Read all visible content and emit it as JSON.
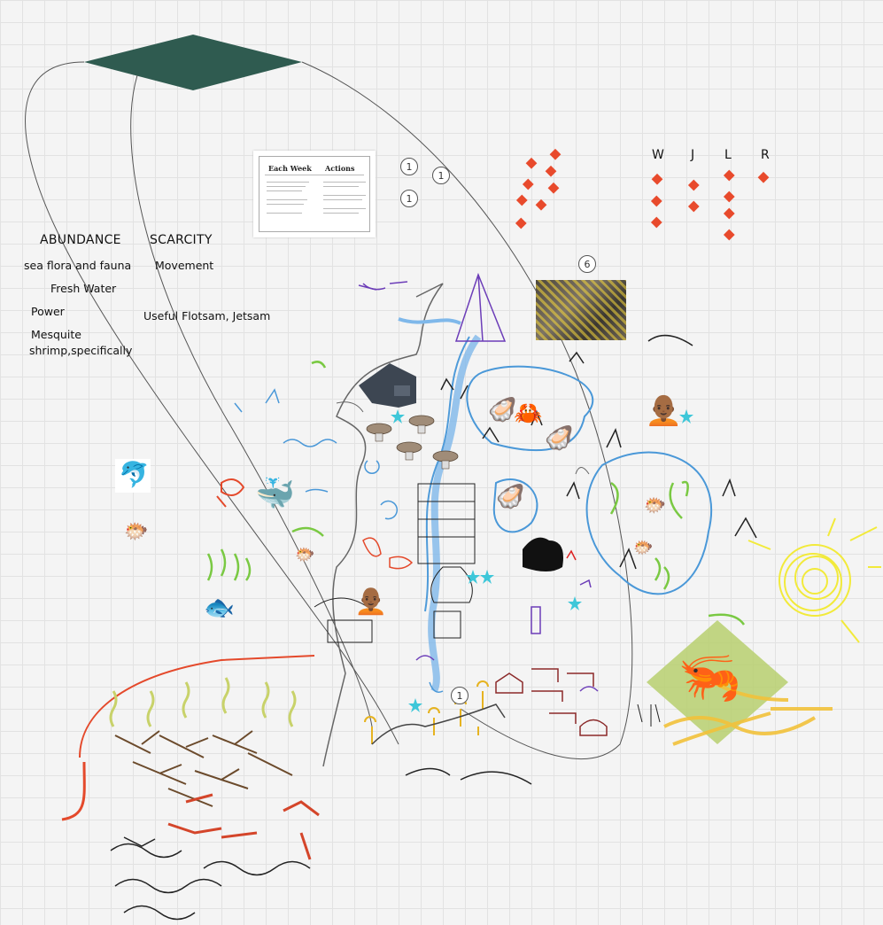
{
  "canvas": {
    "background": "#f4f4f4",
    "grid_color": "#e2e2e2"
  },
  "headers": {
    "abundance": "ABUNDANCE",
    "scarcity": "SCARCITY"
  },
  "abundance_items": [
    "sea flora and fauna",
    "Fresh Water",
    "Power",
    "Mesquite",
    "shrimp,specifically"
  ],
  "scarcity_items": [
    "Movement",
    "Useful Flotsam, Jetsam"
  ],
  "players": [
    "W",
    "J",
    "L",
    "R"
  ],
  "counters": [
    "1",
    "1",
    "1",
    "6",
    "1"
  ],
  "rules_card": {
    "col1": "Each Week",
    "col2": "Actions"
  },
  "icons": {
    "dolphin": "🐬",
    "fish": "🐡",
    "blowfish_left": "🐡",
    "tropical_fish": "🐟",
    "whale": "🐳",
    "oyster": "🦪",
    "crab": "🦀",
    "shrimp": "🦐",
    "person": "🧑🏾‍🦲",
    "cowboy": "🤠",
    "lighthouse": "🏮",
    "ghost": "👻"
  },
  "colors": {
    "diamond": "#2f5b50",
    "token": "#e84a2c",
    "water": "#5aa8e0",
    "pond": "#4a98d8",
    "sun": "#f2ea3a",
    "shrimp_bg": "#b7cf6e",
    "star": "#3ec7d9"
  }
}
